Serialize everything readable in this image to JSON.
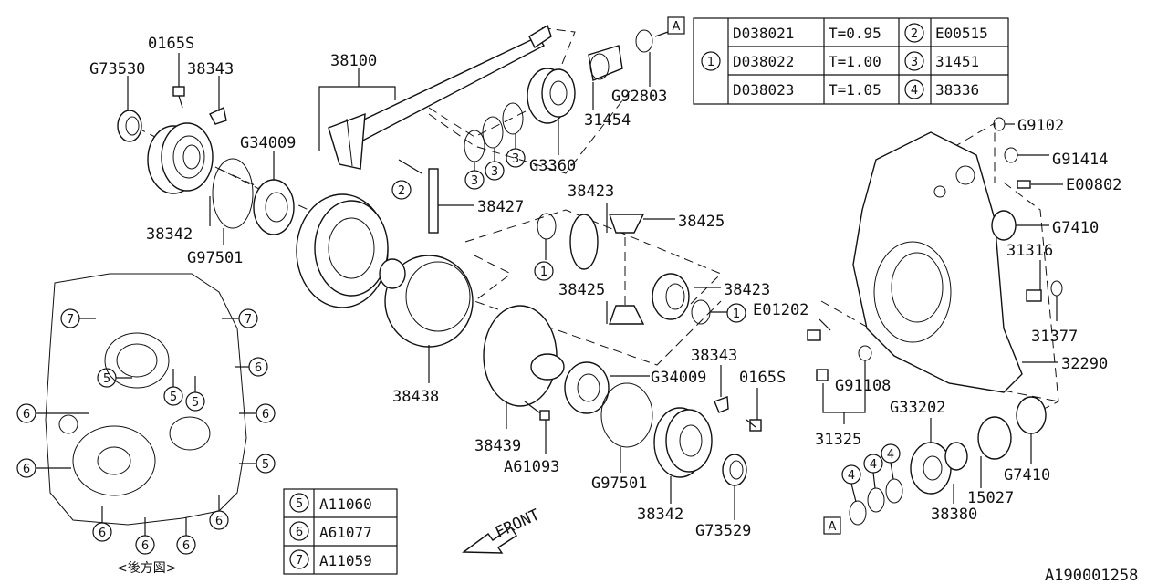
{
  "parts": {
    "p0165s_top": "0165S",
    "g73530": "G73530",
    "p38343_top": "38343",
    "p38100": "38100",
    "g34009_top": "G34009",
    "p38342_top": "38342",
    "g97501_top": "G97501",
    "p38427": "38427",
    "p38423_top": "38423",
    "p38425_top": "38425",
    "p38425_mid": "38425",
    "p38423_mid": "38423",
    "p38438": "38438",
    "g92803": "G92803",
    "p31454": "31454",
    "g3360": "G3360",
    "e01202": "E01202",
    "p38343_mid": "38343",
    "g34009_mid": "G34009",
    "p0165s_mid": "0165S",
    "p38439": "38439",
    "a61093": "A61093",
    "g97501_mid": "G97501",
    "p38342_mid": "38342",
    "g73529": "G73529",
    "g9102": "G9102",
    "g91414": "G91414",
    "e00802": "E00802",
    "g7410_top": "G7410",
    "p31316": "31316",
    "p31377": "31377",
    "p32290": "32290",
    "g91108": "G91108",
    "g33202": "G33202",
    "p31325": "31325",
    "p15027": "15027",
    "g7410_bot": "G7410",
    "p38380": "38380"
  },
  "callouts": {
    "a": "A",
    "one": "1",
    "two": "2",
    "three": "3",
    "four": "4",
    "five": "5",
    "six": "6",
    "seven": "7"
  },
  "shim_table": {
    "rows": [
      {
        "part": "D038021",
        "thickness": "T=0.95",
        "ref": "2",
        "ref_part": "E00515"
      },
      {
        "part": "D038022",
        "thickness": "T=1.00",
        "ref": "3",
        "ref_part": "31451"
      },
      {
        "part": "D038023",
        "thickness": "T=1.05",
        "ref": "4",
        "ref_part": "38336"
      }
    ],
    "group_ref": "1"
  },
  "bolt_table": {
    "rows": [
      {
        "ref": "5",
        "part": "A11060"
      },
      {
        "ref": "6",
        "part": "A61077"
      },
      {
        "ref": "7",
        "part": "A11059"
      }
    ]
  },
  "front_label": "FRONT",
  "rear_view_caption": "<後方図>",
  "diagram_id": "A190001258"
}
